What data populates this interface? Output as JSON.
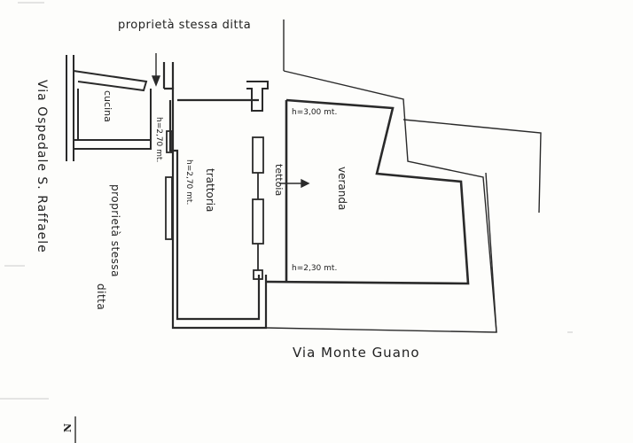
{
  "labels": {
    "proprieta_top": "proprietà stessa ditta",
    "proprieta_side_1": "proprietà stessa",
    "proprieta_side_2": "ditta",
    "via_ospedale": "Via Ospedale S. Raffaele",
    "via_monte": "Via Monte Guano",
    "cucina": "cucina",
    "trattoria": "trattoria",
    "tettoia": "tettoia",
    "veranda": "veranda",
    "h_cucina": "h=2,70 mt.",
    "h_trattoria": "h=2,70 mt.",
    "h_veranda_top": "h=3,00 mt.",
    "h_veranda_bottom": "h=2,30 mt.",
    "north": "N"
  },
  "colors": {
    "line": "#2a2a2a",
    "wall": "#3a3a3a",
    "paper": "#fdfdfb"
  }
}
